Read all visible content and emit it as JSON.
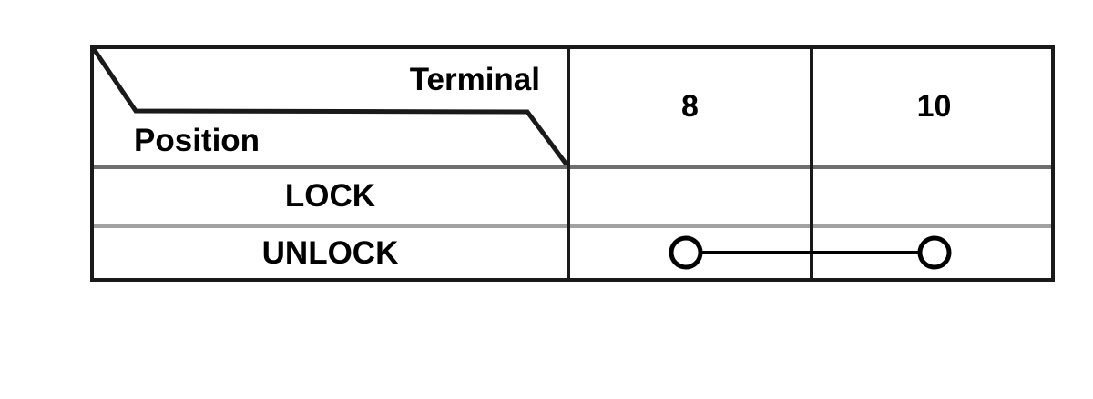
{
  "diagram": {
    "type": "continuity-table",
    "title_row": {
      "corner_terminal_label": "Terminal",
      "corner_position_label": "Position"
    },
    "terminals": [
      {
        "id": "terminal-8",
        "label": "8"
      },
      {
        "id": "terminal-10",
        "label": "10"
      }
    ],
    "positions": [
      {
        "id": "position-lock",
        "label": "LOCK"
      },
      {
        "id": "position-unlock",
        "label": "UNLOCK"
      }
    ],
    "continuity": [
      {
        "position": "UNLOCK",
        "connected_terminals": [
          "8",
          "10"
        ],
        "node_count": 2,
        "symbol": "two-circles-joined-by-line"
      }
    ],
    "colors": {
      "frame": "#1a1a1a",
      "row_separator_header": "#6e6e6e",
      "row_separator_light": "#a2a2a2",
      "column_separator": "#1a1a1a",
      "text": "#000000",
      "background": "#ffffff",
      "circuit_line": "#000000"
    }
  }
}
